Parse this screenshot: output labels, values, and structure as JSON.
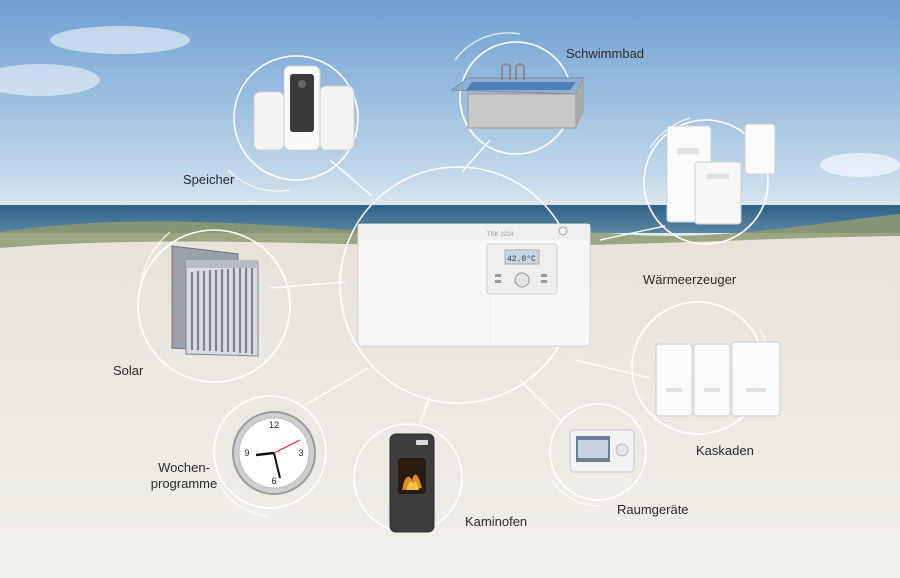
{
  "center": {
    "display": "42.0°C",
    "brand": "TSK 2224"
  },
  "nodes": [
    {
      "id": "speicher",
      "label": "Speicher"
    },
    {
      "id": "schwimmbad",
      "label": "Schwimmbad"
    },
    {
      "id": "waermeerzeuger",
      "label": "Wärmeerzeuger"
    },
    {
      "id": "solar",
      "label": "Solar"
    },
    {
      "id": "kaskaden",
      "label": "Kaskaden"
    },
    {
      "id": "wochenprogramme",
      "label_line1": "Wochen-",
      "label_line2": "programme"
    },
    {
      "id": "kaminofen",
      "label": "Kaminofen"
    },
    {
      "id": "raumgeraete",
      "label": "Raumgeräte"
    }
  ],
  "clock": {
    "numerals": [
      "12",
      "3",
      "6",
      "9"
    ]
  },
  "colors": {
    "ring": "#ffffff",
    "text": "#2b2b2b",
    "sea": "#3b6f93",
    "sand": "#ece9e3"
  }
}
